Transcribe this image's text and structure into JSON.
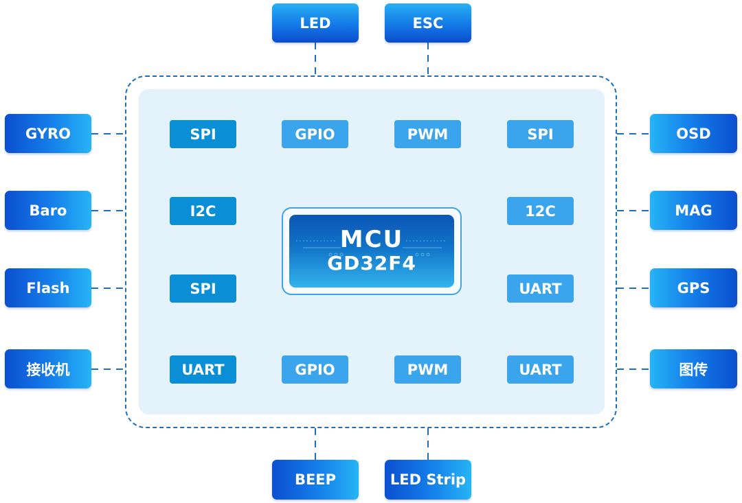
{
  "mcu": {
    "title": "MCU",
    "chip": "GD32F4"
  },
  "top_modules": [
    "LED",
    "ESC"
  ],
  "bottom_modules": [
    "BEEP",
    "LED Strip"
  ],
  "left_modules": [
    "GYRO",
    "Baro",
    "Flash",
    "接收机"
  ],
  "right_modules": [
    "OSD",
    "MAG",
    "GPS",
    "图传"
  ],
  "interfaces": {
    "row1": [
      "SPI",
      "GPIO",
      "PWM",
      "SPI"
    ],
    "row2_left": "I2C",
    "row2_right": "12C",
    "row3_left": "SPI",
    "row3_right": "UART",
    "row4": [
      "UART",
      "GPIO",
      "PWM",
      "UART"
    ]
  },
  "colors": {
    "primary": "#1580ea",
    "dashed": "#1c6fbf",
    "panel": "#e3f2fb"
  }
}
